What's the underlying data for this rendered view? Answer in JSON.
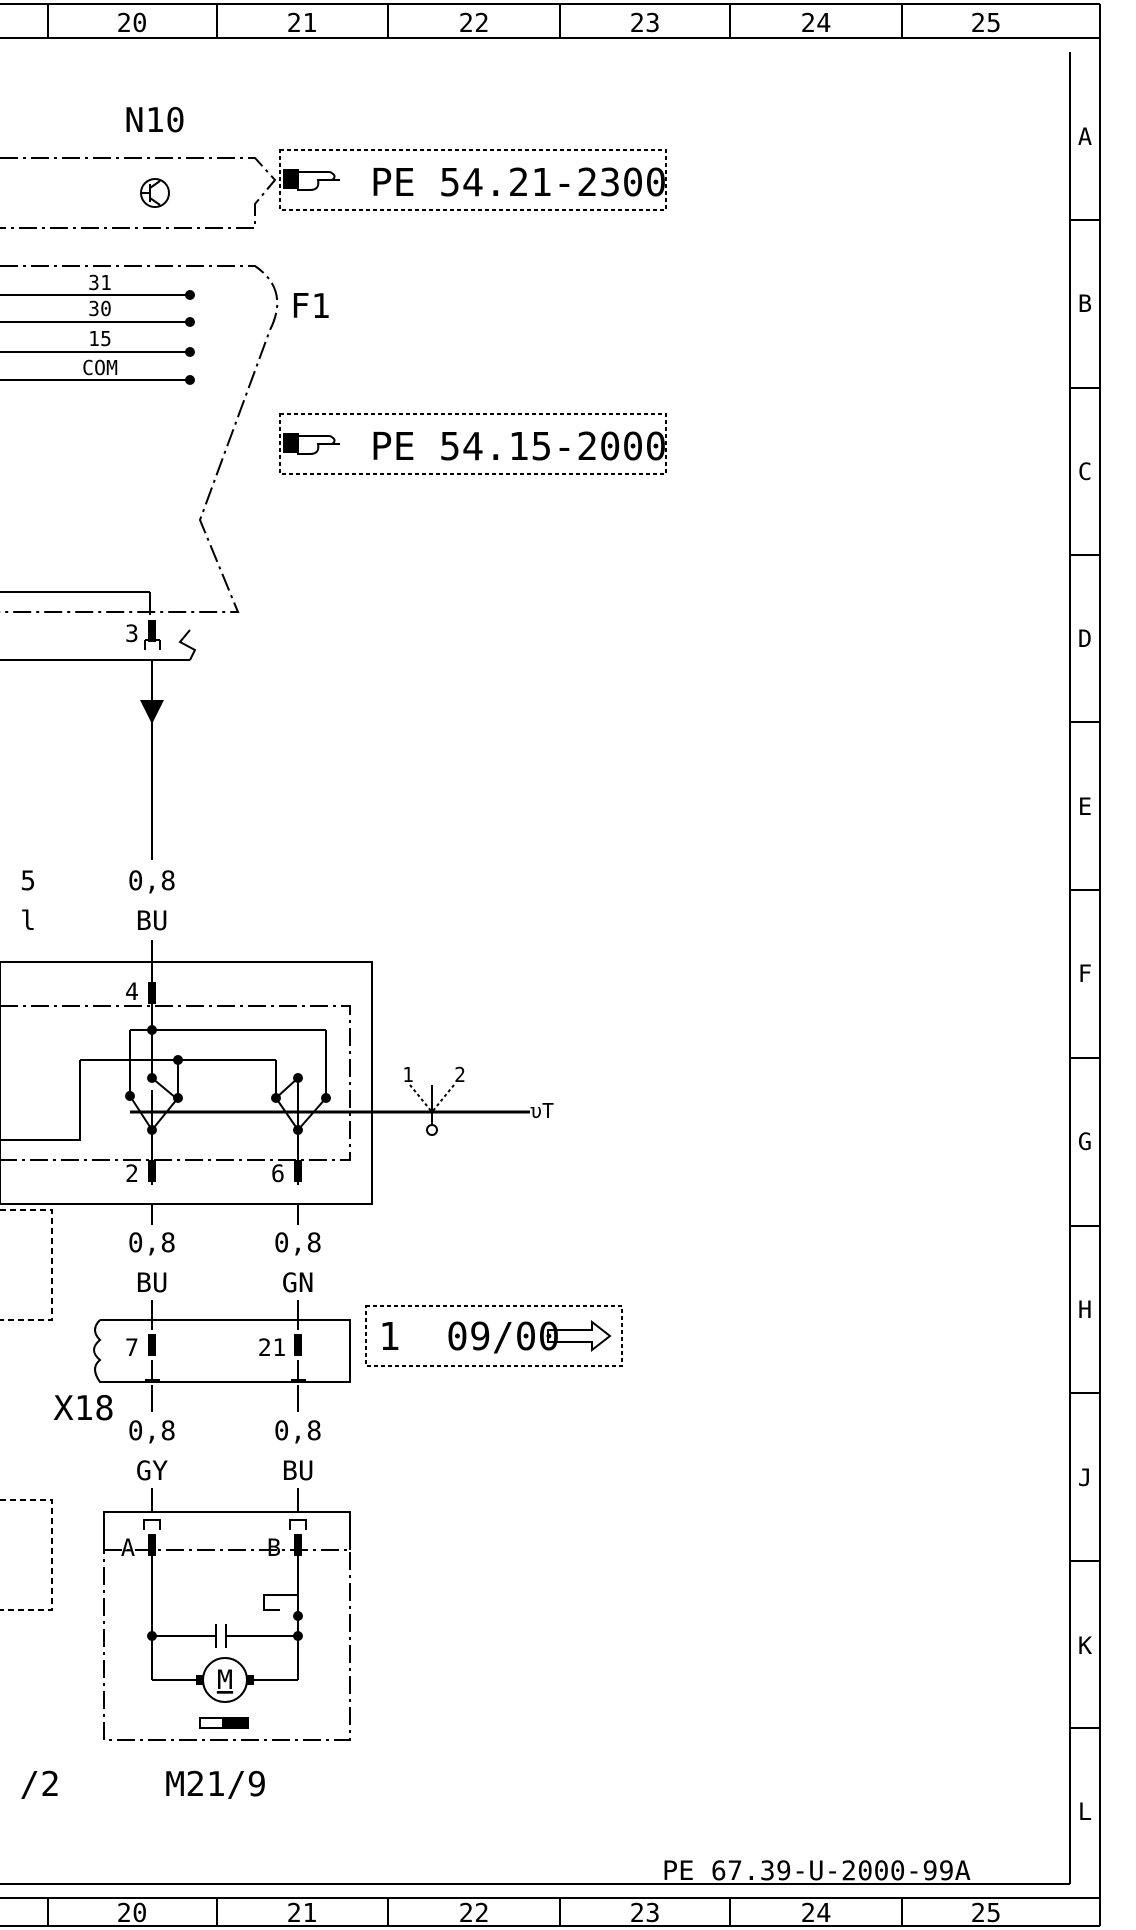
{
  "columns": [
    "20",
    "21",
    "22",
    "23",
    "24",
    "25"
  ],
  "rows": [
    "A",
    "B",
    "C",
    "D",
    "E",
    "F",
    "G",
    "H",
    "J",
    "K",
    "L"
  ],
  "components": {
    "n10": "N10",
    "f1": "F1",
    "x18": "X18",
    "m21_9": "M21/9",
    "m_symbol": "M",
    "left_partial": "/2"
  },
  "references": {
    "ref1": "PE  54.21-2300",
    "ref2": "PE  54.15-2000",
    "ref3_num": "1",
    "ref3_date": "09/00"
  },
  "bus_labels": [
    "31",
    "30",
    "15",
    "COM"
  ],
  "pins": {
    "p3": "3",
    "p4": "4",
    "p2": "2",
    "p6": "6",
    "p7": "7",
    "p21": "21",
    "pA": "A",
    "pB": "B",
    "sw1": "1",
    "sw2": "2",
    "temp": "υT"
  },
  "wires": {
    "w1_size": "0,8",
    "w1_color": "BU",
    "w2_size": "0,8",
    "w2_color": "BU",
    "w3_size": "0,8",
    "w3_color": "GN",
    "w4_size": "0,8",
    "w4_color": "GY",
    "w5_size": "0,8",
    "w5_color": "BU"
  },
  "left_edge_fragments": [
    "5",
    "l"
  ],
  "footer_ref": "PE  67.39-U-2000-99A"
}
